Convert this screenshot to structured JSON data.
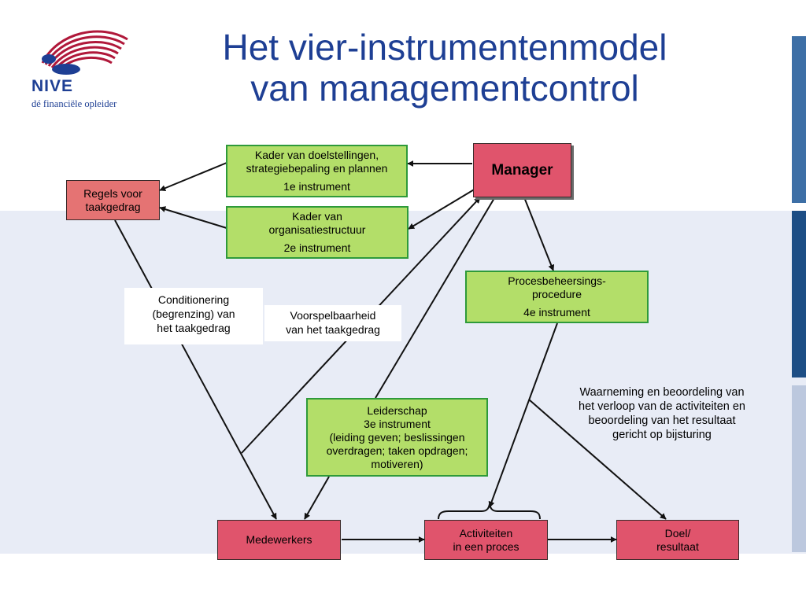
{
  "title": {
    "line1": "Het vier-instrumentenmodel",
    "line2": "van managementcontrol"
  },
  "logo": {
    "name": "NIVE",
    "tagline": "dé financiële opleider",
    "colors": {
      "red": "#b0183a",
      "blue": "#1e3f94"
    }
  },
  "nodes": {
    "manager": "Manager",
    "regels": {
      "line1": "Regels voor",
      "line2": "taakgedrag"
    },
    "instrument1": {
      "line1": "Kader van doelstellingen,",
      "line2": "strategiebepaling en plannen",
      "line3": "1e instrument"
    },
    "instrument2": {
      "line1": "Kader van",
      "line2": "organisatiestructuur",
      "line3": "2e instrument"
    },
    "instrument3": {
      "line1": "Leiderschap",
      "line2": "3e instrument",
      "line3": "(leiding geven; beslissingen",
      "line4": "overdragen; taken opdragen;",
      "line5": "motiveren)"
    },
    "instrument4": {
      "line1": "Procesbeheersings-",
      "line2": "procedure",
      "line3": "4e instrument"
    },
    "medewerkers": "Medewerkers",
    "activiteiten": {
      "line1": "Activiteiten",
      "line2": "in een proces"
    },
    "doel": {
      "line1": "Doel/",
      "line2": "resultaat"
    }
  },
  "labels": {
    "conditionering": {
      "line1": "Conditionering",
      "line2": "(begrenzing) van",
      "line3": "het taakgedrag"
    },
    "voorspelbaarheid": {
      "line1": "Voorspelbaarheid",
      "line2": "van het taakgedrag"
    },
    "waarneming": {
      "line1": "Waarneming en beoordeling van",
      "line2": "het verloop van de activiteiten en",
      "line3": "beoordeling van het resultaat",
      "line4": "gericht op bijsturing"
    }
  },
  "colors": {
    "title": "#1e3f94",
    "green_box": "#b3de69",
    "green_border": "#2e9a3a",
    "red_box": "#e0546c",
    "band": "#e8ecf6",
    "sidebar_top": "#3d6fa6",
    "sidebar_mid": "#1d4e85",
    "sidebar_bottom": "#bcc8de"
  }
}
